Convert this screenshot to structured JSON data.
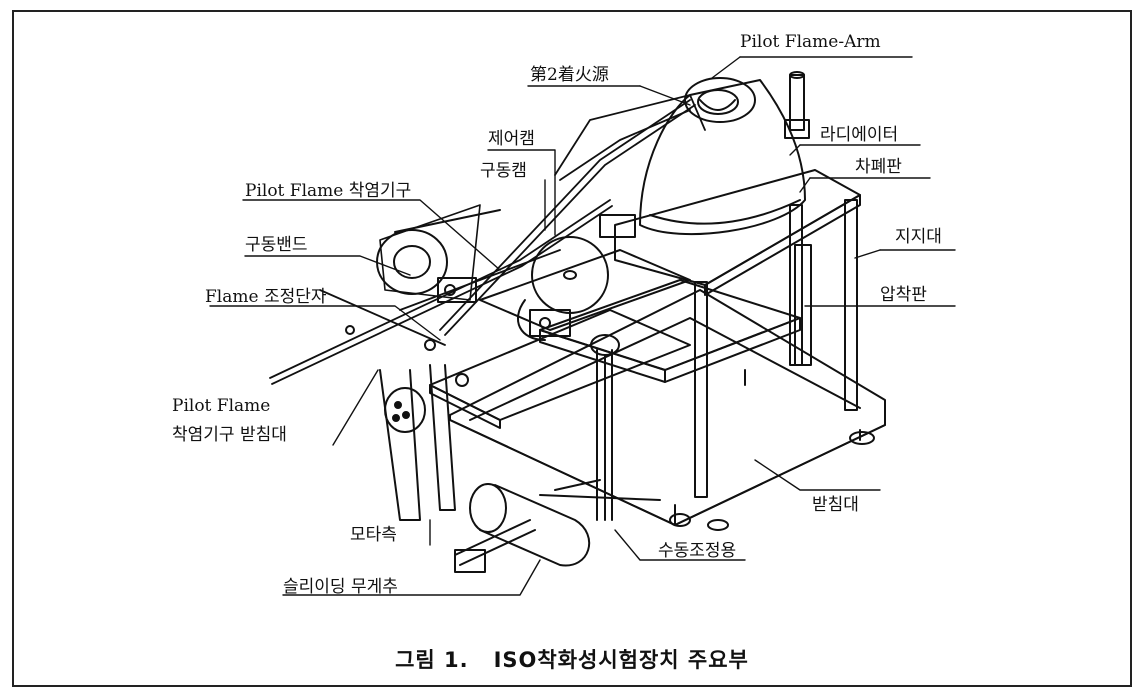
{
  "labels": {
    "pilot_flame_arm": "Pilot Flame-Arm",
    "second_ignition_source": "第2着火源",
    "radiator": "라디에이터",
    "control_cam": "제어캠",
    "drive_cam": "구동캠",
    "shield_plate": "차폐판",
    "pilot_flame_igniter": "Pilot Flame 착염기구",
    "support_stand": "지지대",
    "drive_band": "구동밴드",
    "pressure_plate": "압착판",
    "flame_adjust_terminal": "Flame 조정단자",
    "pilot_flame_line1": "Pilot Flame",
    "pilot_flame_line2": "착염기구 받침대",
    "base_stand": "받침대",
    "motor_shaft": "모타측",
    "manual_adjust": "수동조정용",
    "sliding_weight": "슬리이딩 무게추"
  },
  "caption": {
    "prefix": "그림 1.",
    "title": "ISO착화성시험장치 주요부"
  }
}
